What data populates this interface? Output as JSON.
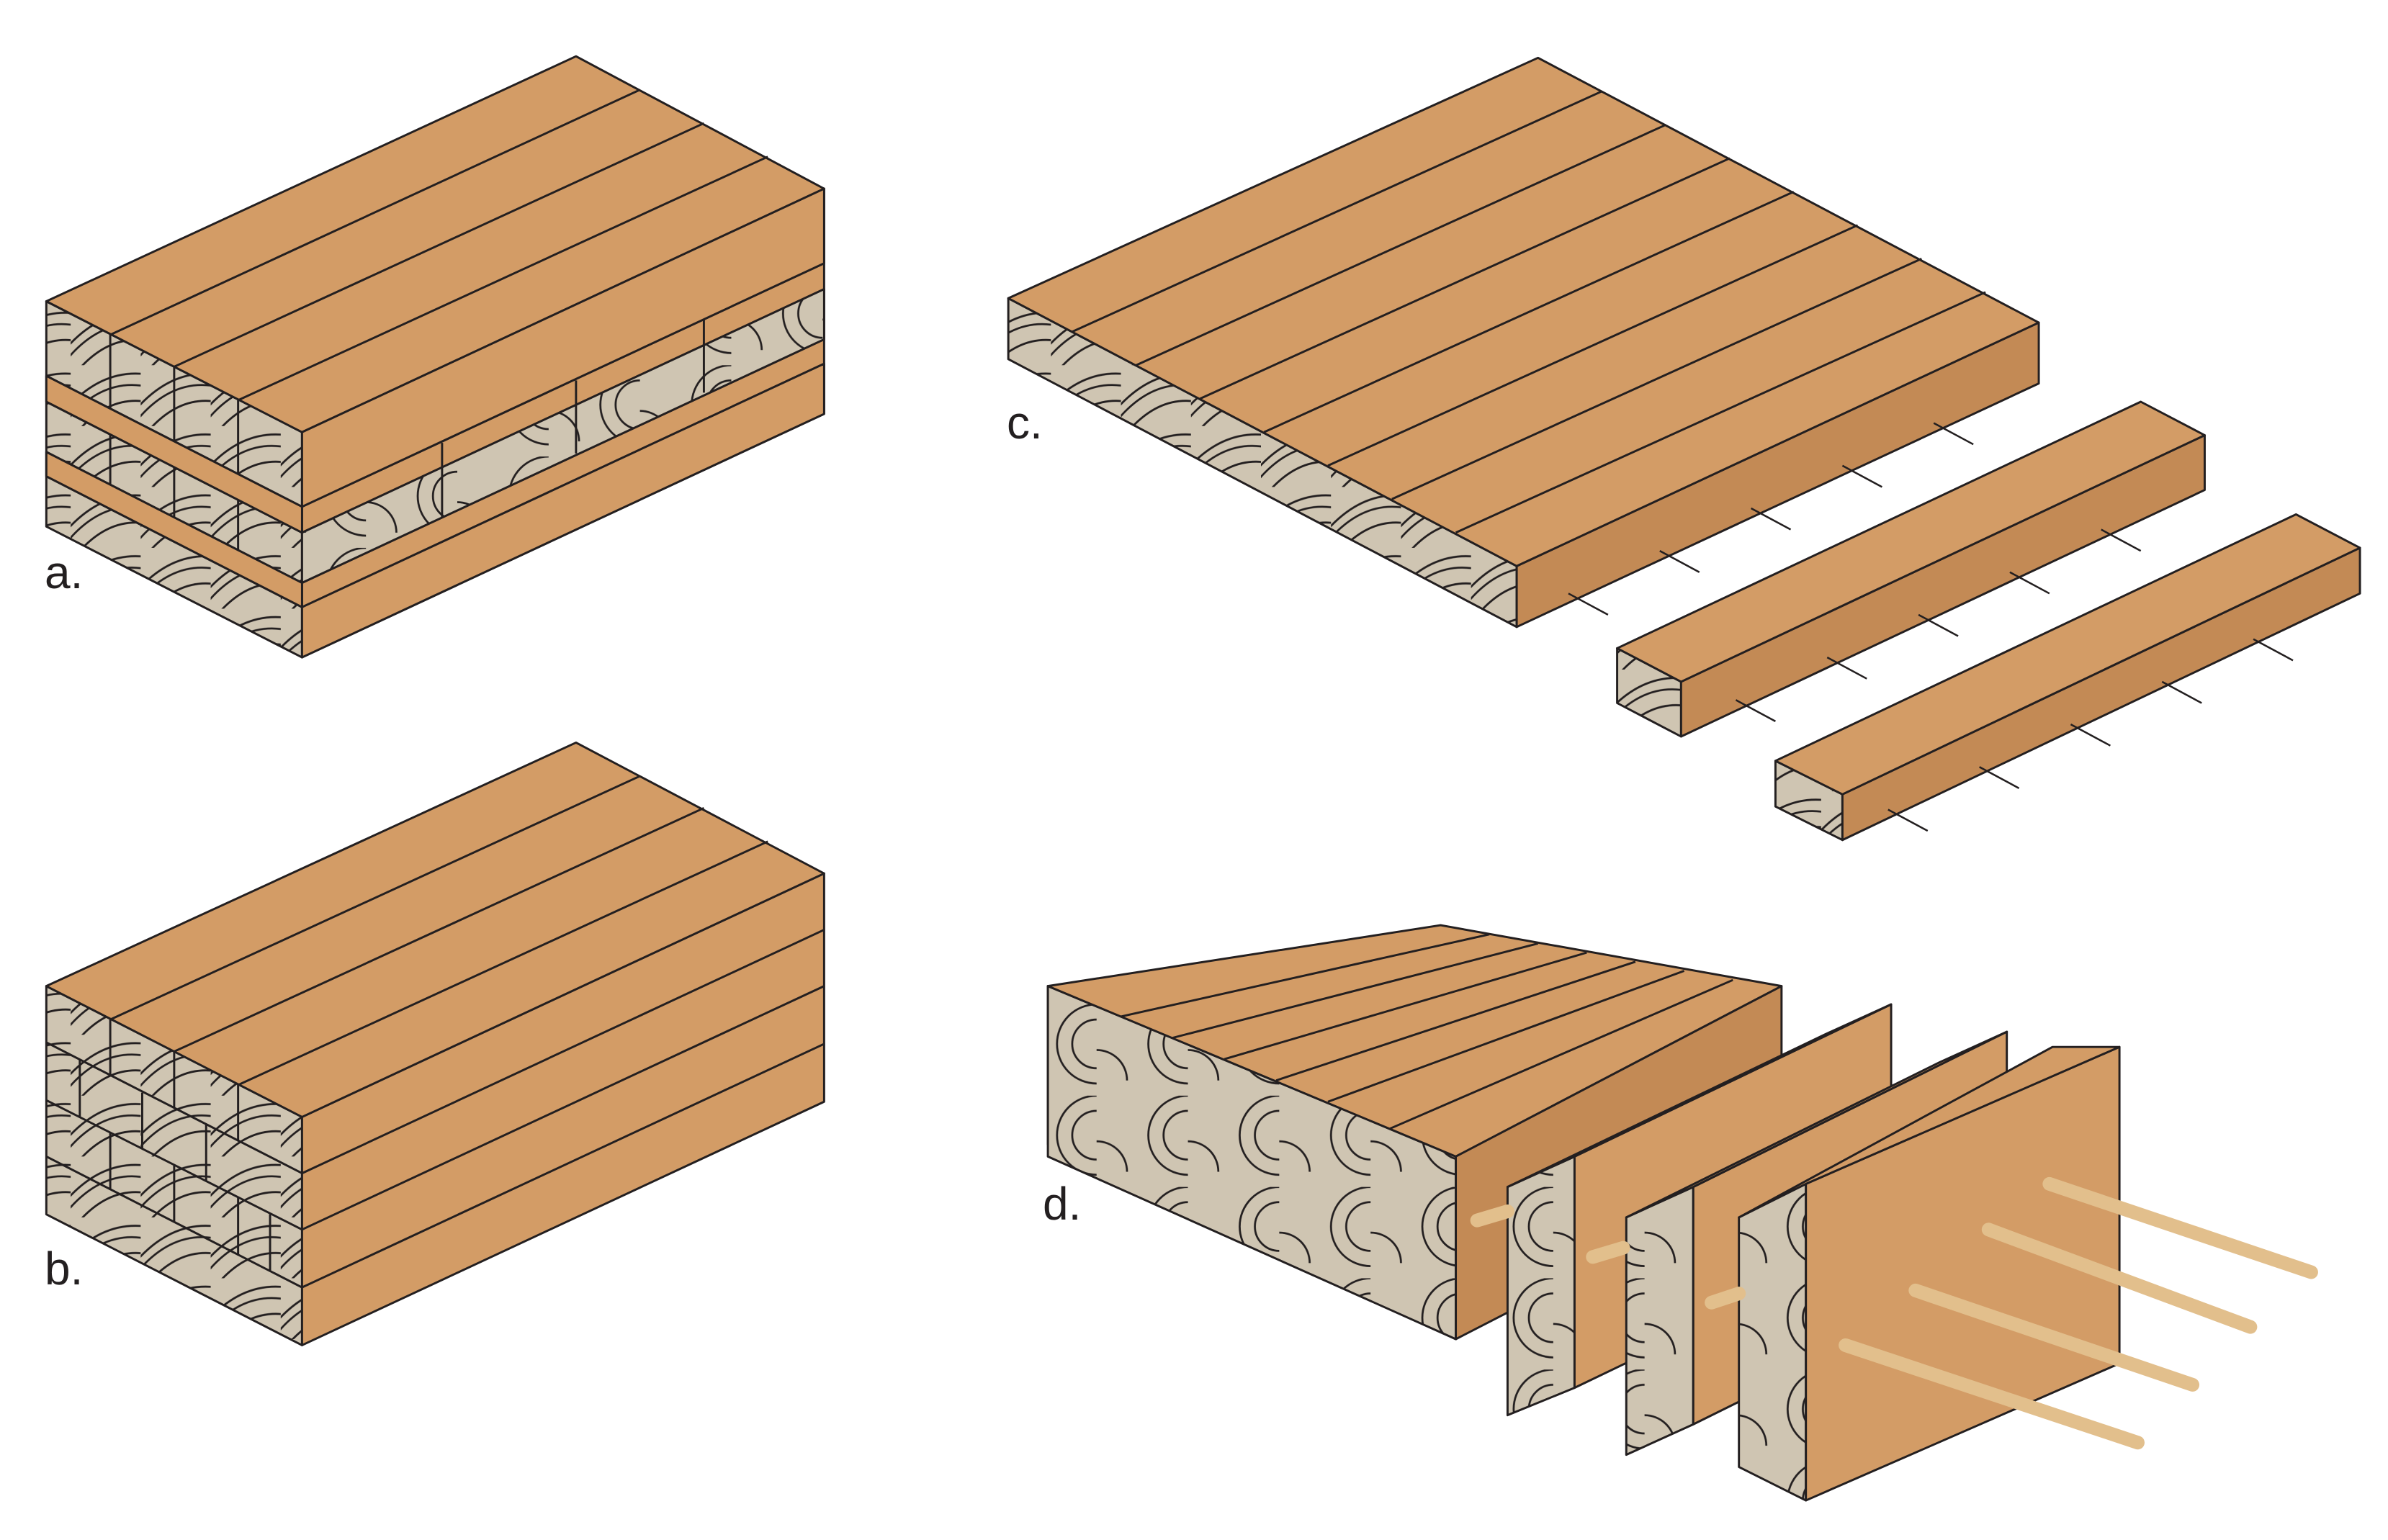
{
  "panels": [
    {
      "id": "a",
      "label": "a."
    },
    {
      "id": "b",
      "label": "b."
    },
    {
      "id": "c",
      "label": "c."
    },
    {
      "id": "d",
      "label": "d."
    }
  ],
  "colors": {
    "wood_face": "#d39c66",
    "wood_side": "#c38a55",
    "end_grain": "#cfc5b2",
    "outline": "#231f20",
    "dowel": "#e2bf8c"
  }
}
